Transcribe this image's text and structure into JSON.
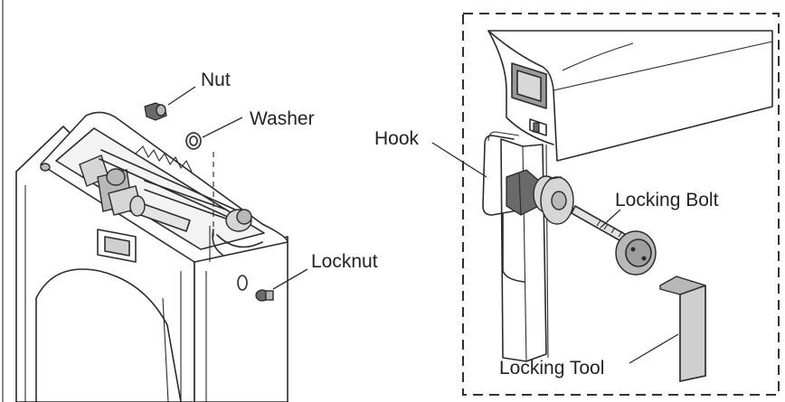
{
  "labels": {
    "nut": "Nut",
    "washer": "Washer",
    "locknut": "Locknut",
    "hook": "Hook",
    "locking_bolt": "Locking Bolt",
    "locking_tool": "Locking Tool"
  }
}
